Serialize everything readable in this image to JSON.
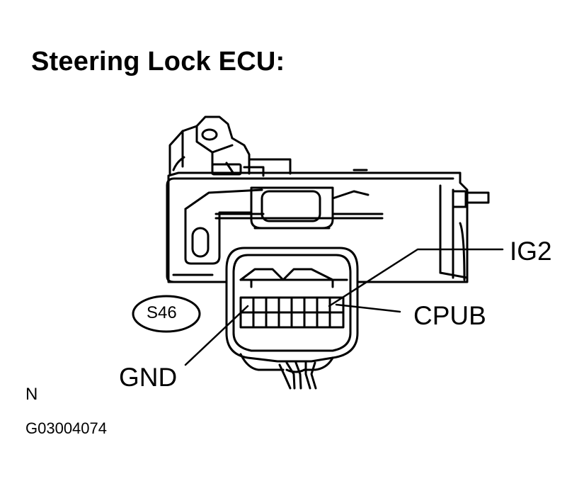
{
  "title": "Steering Lock ECU:",
  "connector_code": "S46",
  "pins": {
    "ig2": "IG2",
    "cpub": "CPUB",
    "gnd": "GND"
  },
  "orientation_mark": "N",
  "figure_id": "G03004074"
}
